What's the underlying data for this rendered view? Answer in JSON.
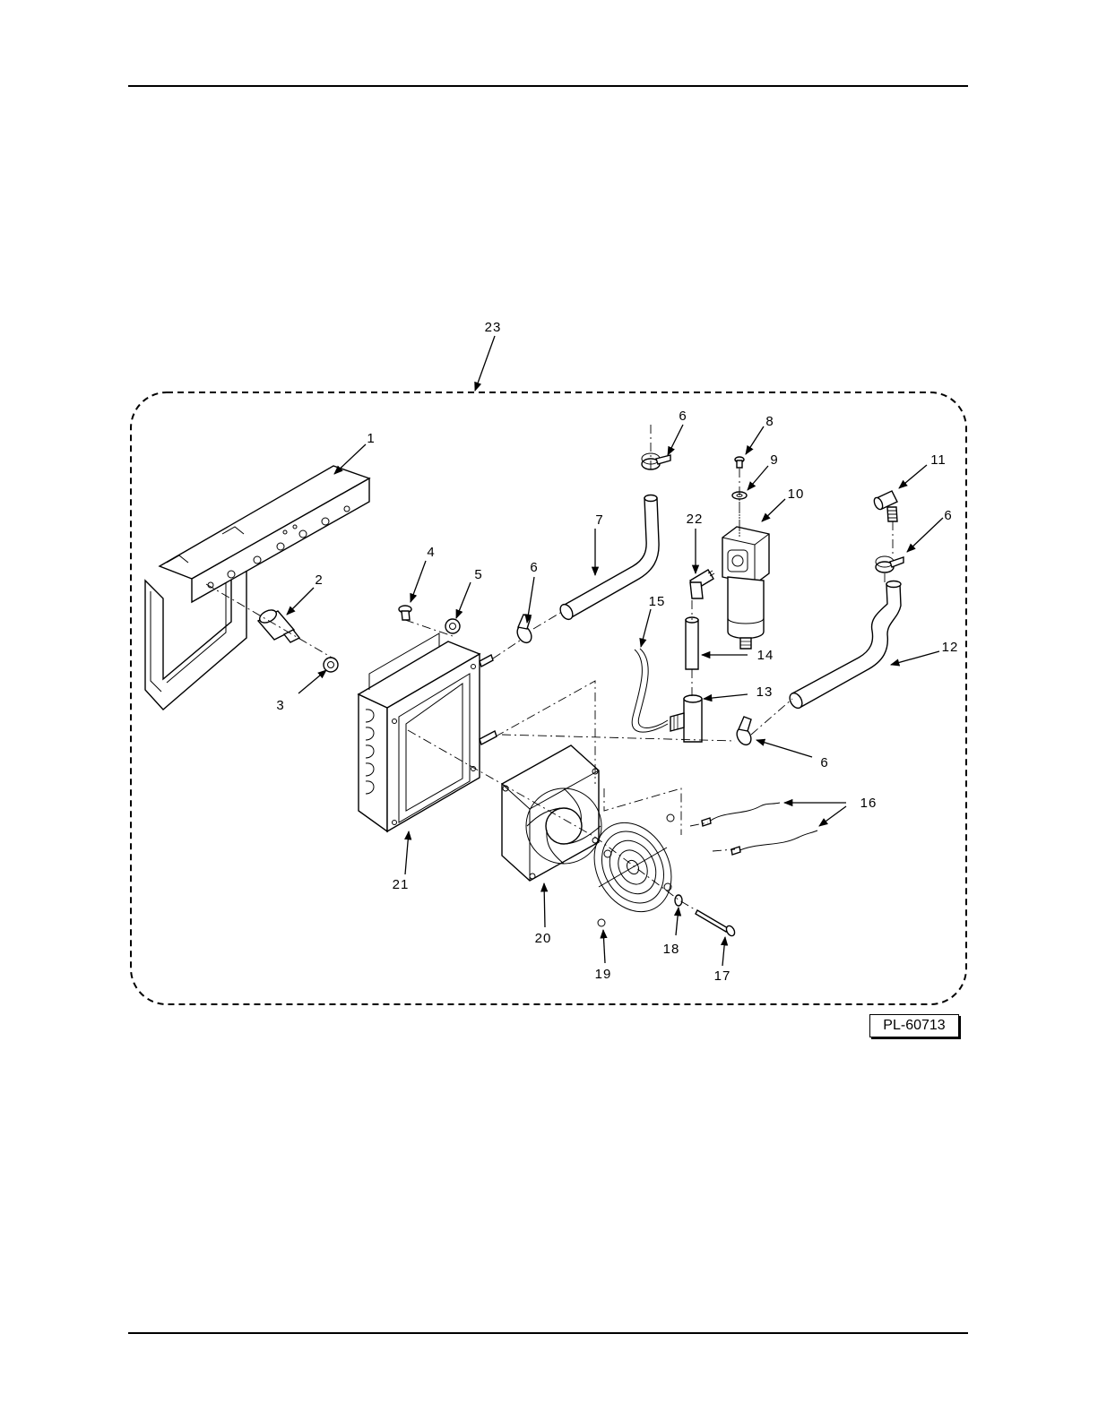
{
  "figure_id": "PL-60713",
  "callouts": {
    "c1": "1",
    "c2": "2",
    "c3": "3",
    "c4": "4",
    "c5": "5",
    "c6a": "6",
    "c6b": "6",
    "c6c": "6",
    "c6d": "6",
    "c7": "7",
    "c8": "8",
    "c9": "9",
    "c10": "10",
    "c11": "11",
    "c12": "12",
    "c13": "13",
    "c14": "14",
    "c15": "15",
    "c16": "16",
    "c17": "17",
    "c18": "18",
    "c19": "19",
    "c20": "20",
    "c21": "21",
    "c22": "22",
    "c23": "23"
  }
}
